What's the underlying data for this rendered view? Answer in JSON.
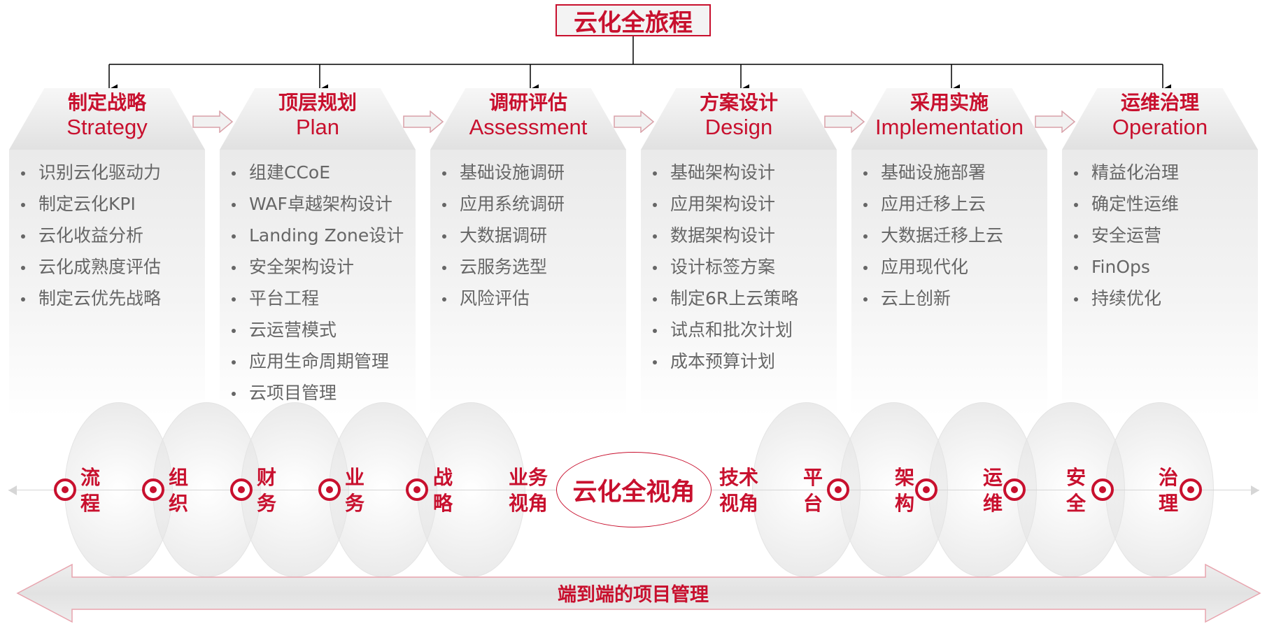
{
  "root": {
    "title": "云化全旅程"
  },
  "stages": [
    {
      "title": "制定战略",
      "subtitle": "Strategy",
      "items": [
        "识别云化驱动力",
        "制定云化KPI",
        "云化收益分析",
        "云化成熟度评估",
        "制定云优先战略"
      ]
    },
    {
      "title": "顶层规划",
      "subtitle": "Plan",
      "items": [
        "组建CCoE",
        "WAF卓越架构设计",
        "Landing Zone设计",
        "安全架构设计",
        "平台工程",
        "云运营模式",
        "应用生命周期管理",
        "云项目管理"
      ]
    },
    {
      "title": "调研评估",
      "subtitle": "Assessment",
      "items": [
        "基础设施调研",
        "应用系统调研",
        "大数据调研",
        "云服务选型",
        "风险评估"
      ]
    },
    {
      "title": "方案设计",
      "subtitle": "Design",
      "items": [
        "基础架构设计",
        "应用架构设计",
        "数据架构设计",
        "设计标签方案",
        "制定6R上云策略",
        "试点和批次计划",
        "成本预算计划"
      ]
    },
    {
      "title": "采用实施",
      "subtitle": "Implementation",
      "items": [
        "基础设施部署",
        "应用迁移上云",
        "大数据迁移上云",
        "应用现代化",
        "云上创新"
      ]
    },
    {
      "title": "运维治理",
      "subtitle": "Operation",
      "items": [
        "精益化治理",
        "确定性运维",
        "安全运营",
        "FinOps",
        "持续优化"
      ]
    }
  ],
  "perspective": {
    "center": "云化全视角",
    "left_label": "业务\n视角",
    "right_label": "技术\n视角",
    "business_views": [
      "流\n程",
      "组\n织",
      "财\n务",
      "业\n务",
      "战\n略"
    ],
    "technical_views": [
      "平\n台",
      "架\n构",
      "运\n维",
      "安\n全",
      "治\n理"
    ]
  },
  "bottom": {
    "label": "端到端的项目管理"
  },
  "colors": {
    "accent": "#c8102e",
    "text_gray": "#666666",
    "panel_gray": "#e6e6e6"
  }
}
